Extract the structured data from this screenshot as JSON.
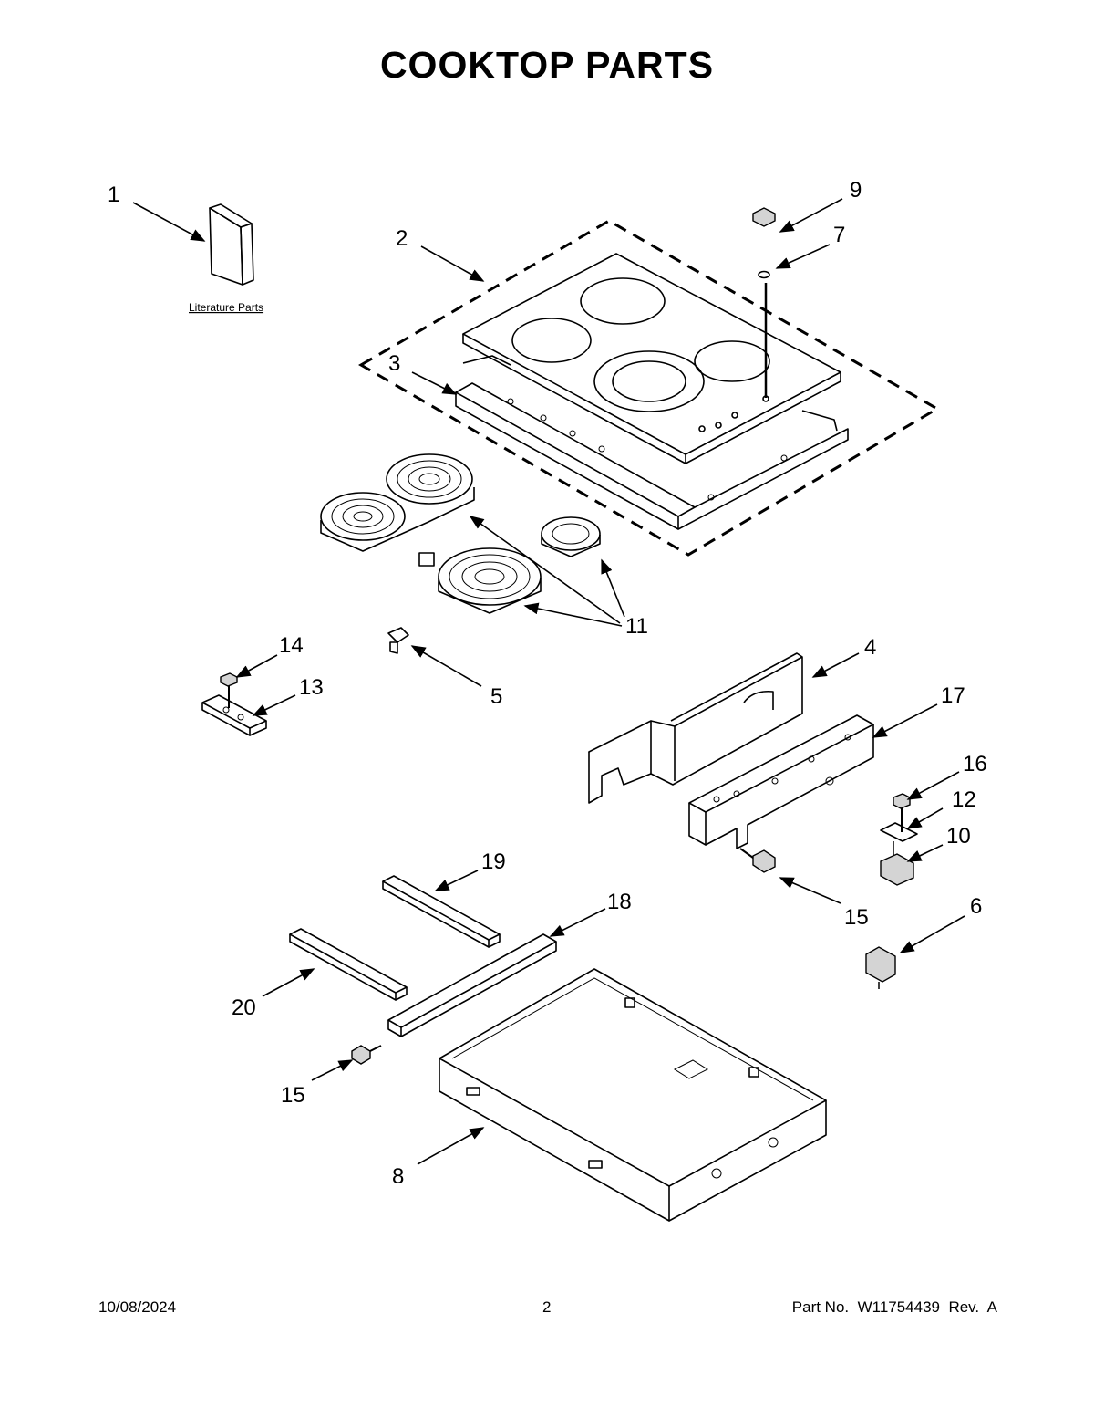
{
  "title": "COOKTOP PARTS",
  "literature_label": "Literature Parts",
  "callouts": {
    "c1": "1",
    "c2": "2",
    "c3": "3",
    "c4": "4",
    "c5": "5",
    "c6": "6",
    "c7": "7",
    "c8": "8",
    "c9": "9",
    "c10": "10",
    "c11": "11",
    "c12": "12",
    "c13": "13",
    "c14": "14",
    "c15a": "15",
    "c15b": "15",
    "c16": "16",
    "c17": "17",
    "c18": "18",
    "c19": "19",
    "c20": "20"
  },
  "footer": {
    "date": "10/08/2024",
    "page": "2",
    "part_no": "Part No.  W11754439  Rev.  A"
  }
}
